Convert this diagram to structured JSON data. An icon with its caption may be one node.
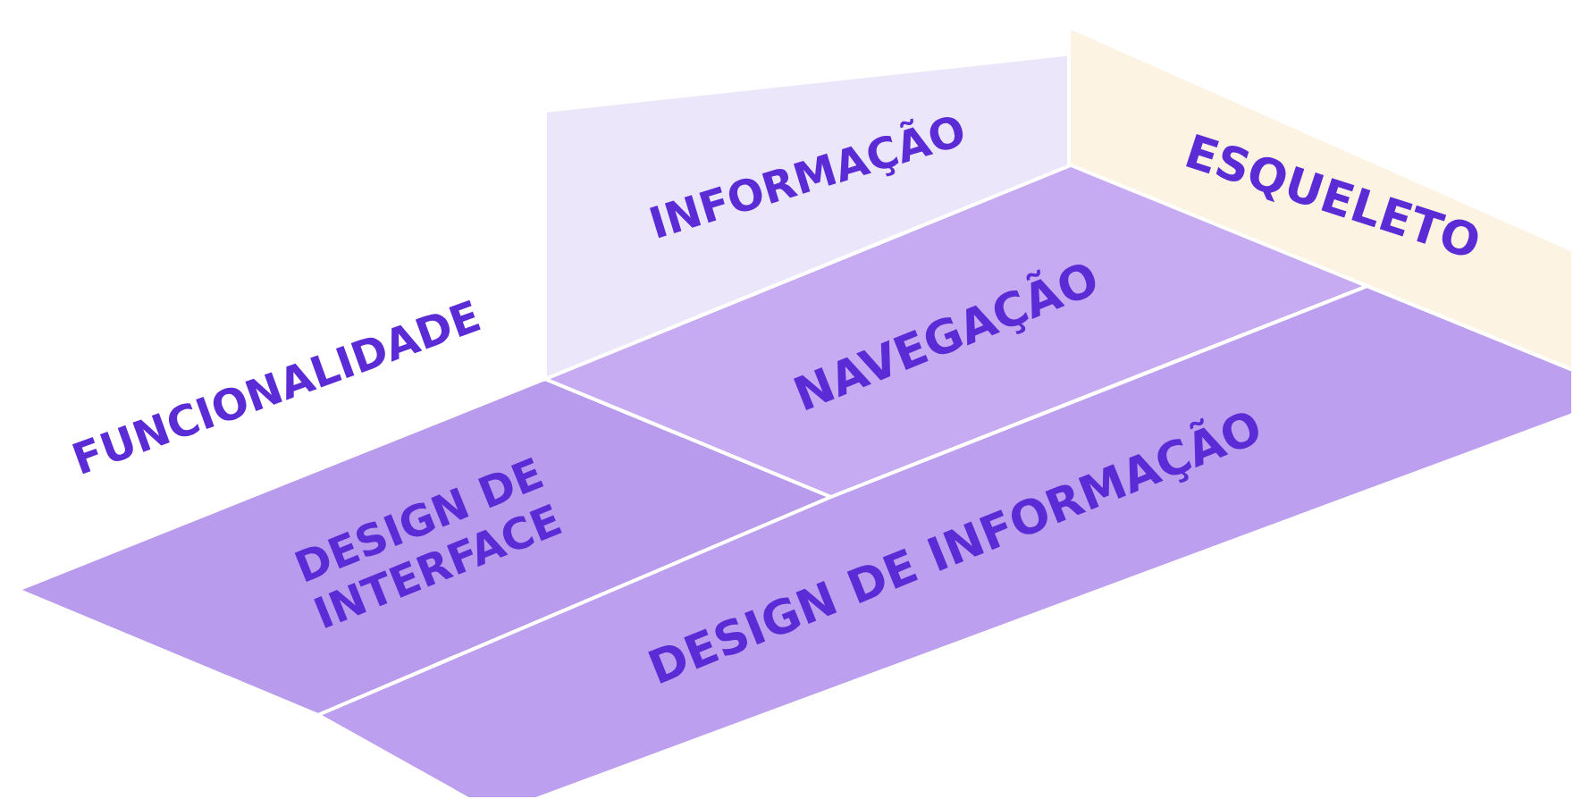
{
  "diagram": {
    "nodes": [
      {
        "text": [
          "INFORMAÇÃO"
        ]
      },
      {
        "text": [
          "ESQUELETO"
        ]
      },
      {
        "text": [
          "DESIGN DE INTERFACE"
        ]
      },
      {
        "text": [
          "NAVEGAÇÃO"
        ]
      },
      {
        "text": [
          "DESIGN DE INFORMAÇÃO"
        ]
      }
    ],
    "labels": [
      "FUNCIONALIDADE"
    ]
  }
}
